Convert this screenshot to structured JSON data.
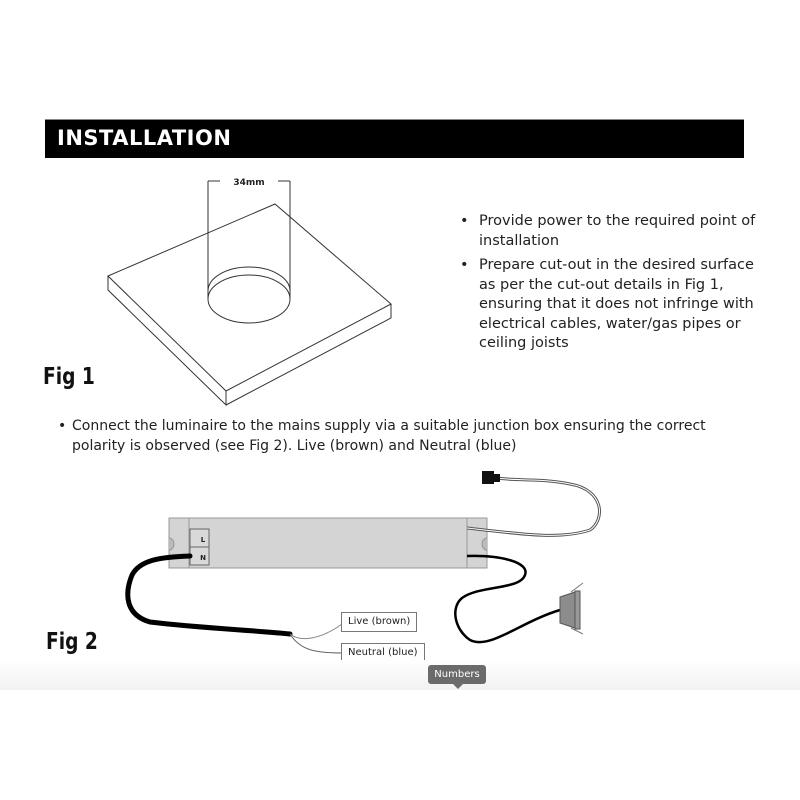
{
  "header": {
    "title": "INSTALLATION"
  },
  "fig1": {
    "label": "Fig 1",
    "dimension": "34mm"
  },
  "instructions": {
    "right_bullets": [
      "Provide power to the required point of installation",
      "Prepare cut-out in the desired surface as per the cut-out details in Fig 1, ensuring that it does not infringe with electrical cables, water/gas pipes or ceiling joists"
    ],
    "wiring_bullet": "Connect the luminaire to the mains supply via a suitable junction box ensuring the correct polarity is observed (see Fig 2).  Live (brown) and Neutral (blue)"
  },
  "fig2": {
    "label": "Fig 2",
    "terminal_l": "L",
    "terminal_n": "N",
    "live_label": "Live (brown)",
    "neutral_label": "Neutral (blue)"
  },
  "tooltip": {
    "text": "Numbers"
  },
  "colors": {
    "header_bg": "#000000",
    "driver_fill": "#d4d4d4",
    "tooltip_bg": "#6b6b6b"
  }
}
